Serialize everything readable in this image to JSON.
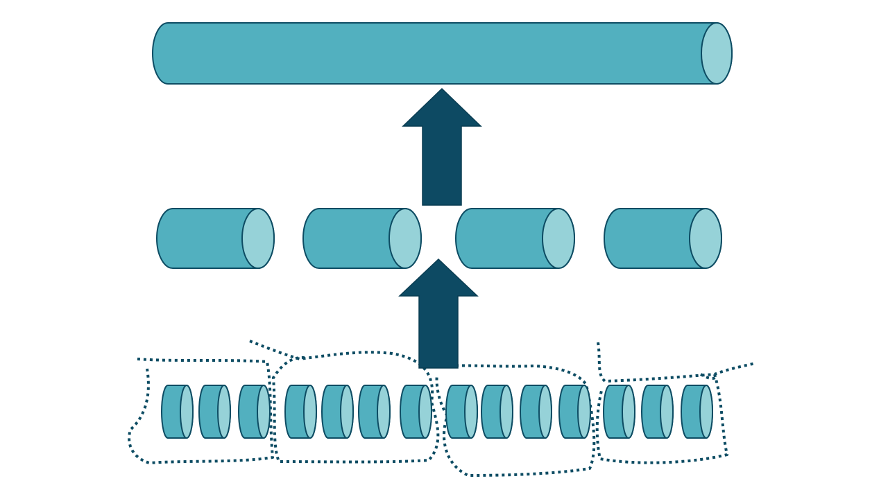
{
  "diagram": {
    "levels": [
      {
        "name": "top",
        "segment_count": 1
      },
      {
        "name": "middle",
        "segment_count": 4
      },
      {
        "name": "bottom",
        "segment_count": 14,
        "group_sizes": [
          3,
          4,
          4,
          3
        ]
      }
    ],
    "arrows": 2
  },
  "colors": {
    "cylinder_body": "#52b0bf",
    "cylinder_cap": "#96d2d8",
    "outline": "#0d4c63",
    "arrow": "#0d4a63",
    "dotted_line": "#0d4c63",
    "background": "#ffffff"
  }
}
